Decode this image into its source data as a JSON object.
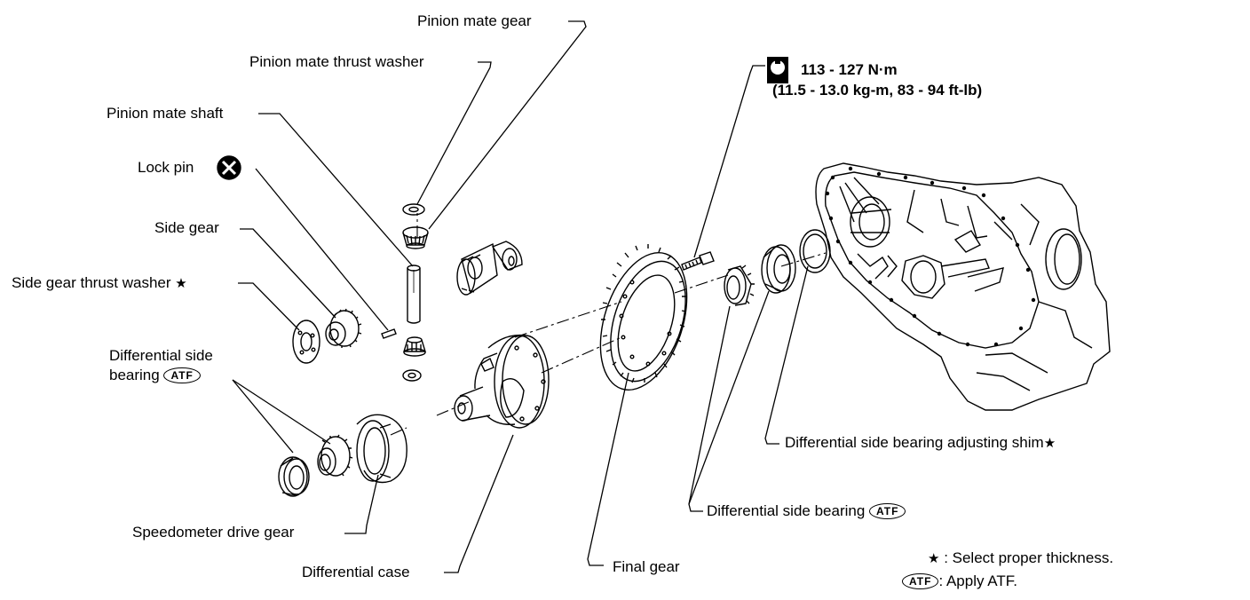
{
  "labels": {
    "pinion_mate_gear": "Pinion mate gear",
    "pinion_mate_thrust_washer": "Pinion mate thrust washer",
    "pinion_mate_shaft": "Pinion mate shaft",
    "lock_pin": "Lock pin",
    "side_gear": "Side gear",
    "side_gear_thrust_washer": "Side gear thrust washer",
    "differential_side_bearing_l1": "Differential side",
    "differential_side_bearing_l2": "bearing",
    "speedometer_drive_gear": "Speedometer drive gear",
    "differential_case": "Differential case",
    "final_gear": "Final gear",
    "differential_side_bearing_right": "Differential side bearing",
    "adjusting_shim": "Differential side bearing adjusting shim"
  },
  "torque": {
    "line1": "113 - 127 N·m",
    "line2": "(11.5 - 13.0 kg-m, 83 - 94 ft-lb)"
  },
  "legend": {
    "star_symbol": "★",
    "star_text": ": Select proper thickness.",
    "atf_symbol": "ATF",
    "atf_text": ": Apply ATF."
  },
  "icons": [
    "lock-pin-replace-icon",
    "torque-wrench-icon",
    "star-icon",
    "atf-badge"
  ]
}
